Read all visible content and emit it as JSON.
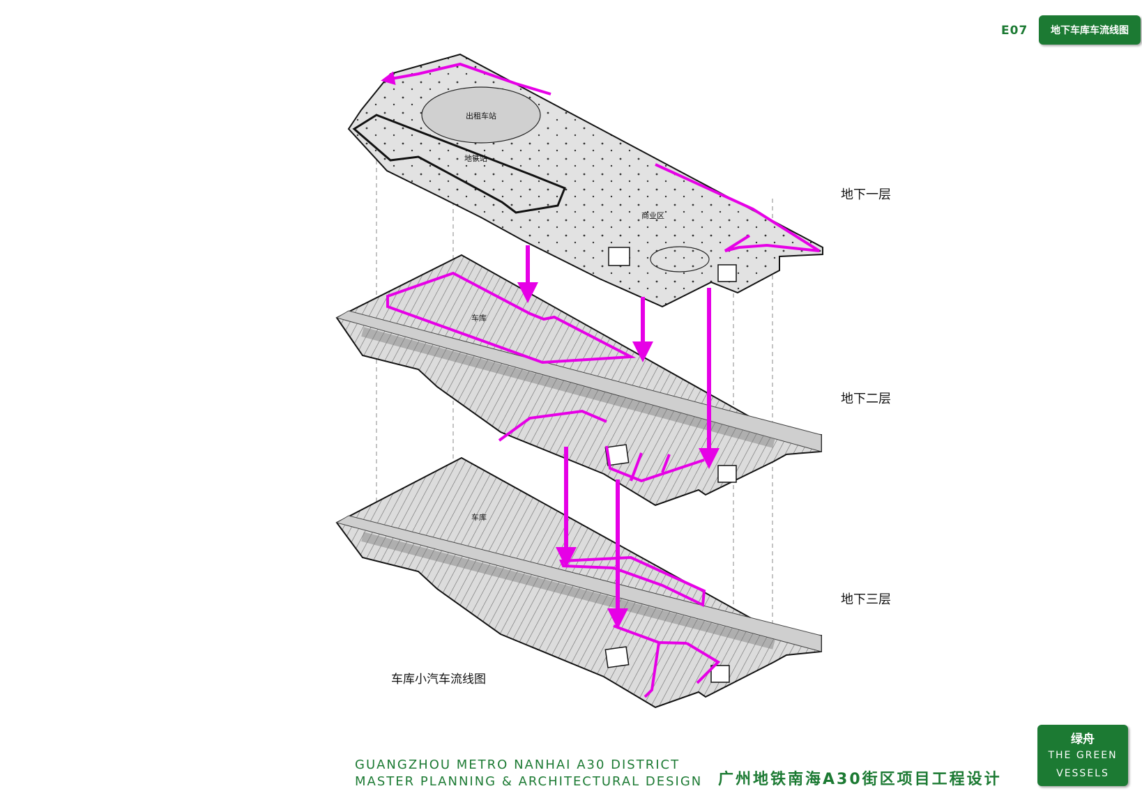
{
  "header": {
    "page_code": "E07",
    "sheet_title": "地下车库车流线图"
  },
  "levels": {
    "b1": {
      "label": "地下一层",
      "zones": [
        "出租车站",
        "地铁站",
        "商业区"
      ]
    },
    "b2": {
      "label": "地下二层",
      "zones": [
        "车库"
      ]
    },
    "b3": {
      "label": "地下三层",
      "zones": [
        "车库"
      ]
    }
  },
  "caption": "车库小汽车流线图",
  "footer": {
    "en_line1": "GUANGZHOU METRO NANHAI A30 DISTRICT",
    "en_line2": "MASTER PLANNING & ARCHITECTURAL DESIGN",
    "cn_title": "广州地铁南海A30街区项目工程设计"
  },
  "brand": {
    "cn": "绿舟",
    "en_line1": "THE GREEN",
    "en_line2": "VESSELS"
  },
  "colors": {
    "brand_green": "#1c7a33",
    "flow_magenta": "#e600e6",
    "floor_fill": "#dcdcdc",
    "outline": "#111111"
  }
}
